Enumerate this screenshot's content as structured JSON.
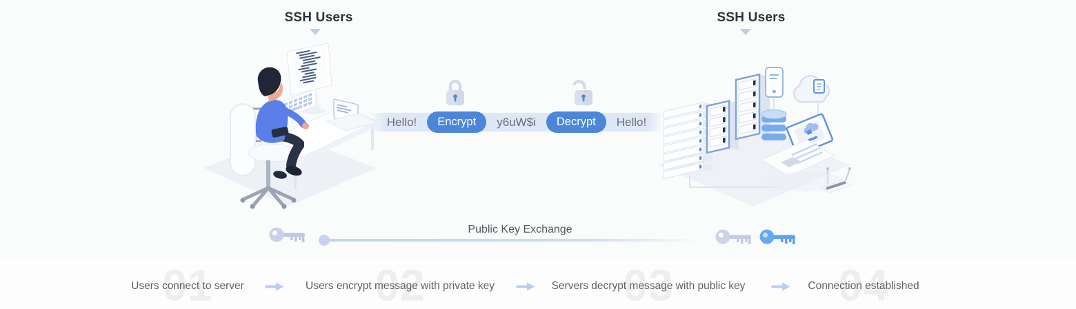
{
  "diagram": {
    "left_group_label": "SSH Users",
    "right_group_label": "SSH Users",
    "flow": {
      "message_left": "Hello!",
      "encrypt_label": "Encrypt",
      "ciphertext": "y6uW$i",
      "decrypt_label": "Decrypt",
      "message_right": "Hello!"
    },
    "exchange_label": "Public Key Exchange",
    "icons": {
      "above_encrypt": "locked-padlock-icon",
      "above_decrypt": "unlocked-padlock-icon",
      "exchange_left": "gray-key-icon",
      "exchange_right": [
        "gray-key-icon",
        "blue-key-icon"
      ],
      "left_scene": "user-workstation-illustration",
      "right_scene": "server-cluster-illustration"
    }
  },
  "steps": {
    "items": [
      {
        "number": "01",
        "label": "Users connect to server"
      },
      {
        "number": "02",
        "label": "Users encrypt message with private key"
      },
      {
        "number": "03",
        "label": "Servers decrypt message with public key"
      },
      {
        "number": "04",
        "label": "Connection established"
      }
    ]
  },
  "colors": {
    "accent_blue": "#4c86d8",
    "flow_band_blue": "#dde8f7",
    "label_dark": "#2e3338",
    "body_text_gray": "#5c6167",
    "flow_text_gray": "#6b7077",
    "watermark_number_gray": "#eeeeee",
    "arrow_blue": "#b7cdf0",
    "pointer_blue": "#b9cfec",
    "key_gray": "#c9d1e6",
    "key_blue": "#66a8f2",
    "line_blue": "#c5d4ee",
    "top_background": "#fafbfb",
    "strip_background": "#fdfdfe"
  }
}
